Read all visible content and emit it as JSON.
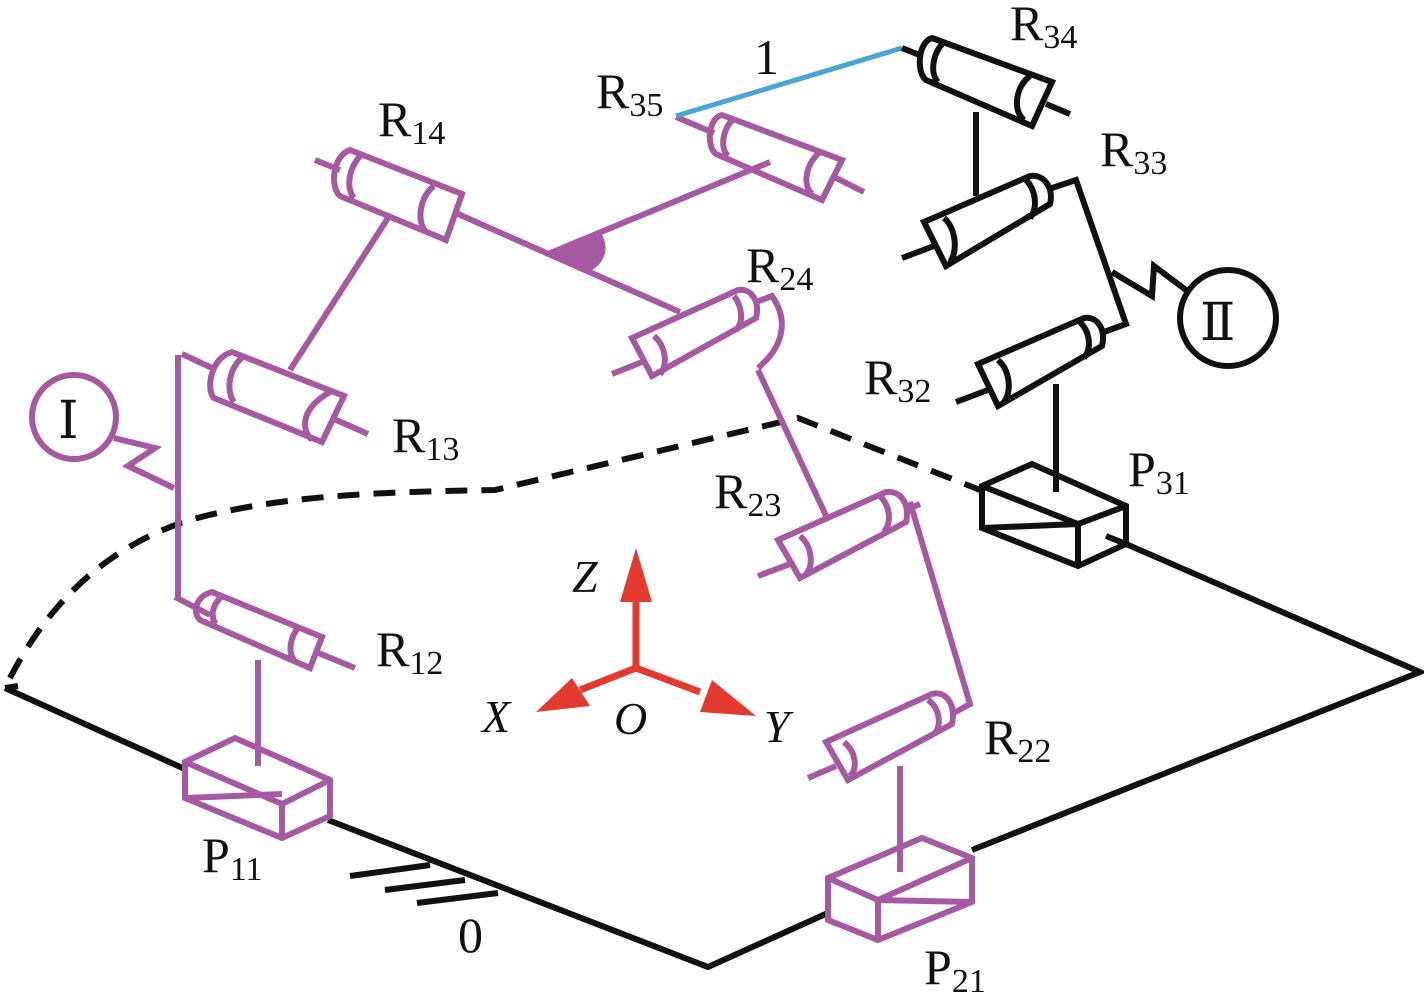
{
  "figure": {
    "colors": {
      "limb_1": "#a559a0",
      "limb_2": "#a559a0",
      "limb_3": "#111111",
      "link_1": "#4aa3d0",
      "axes": "#e23a2e",
      "base": "#111111"
    },
    "joints": [
      {
        "id": "R14",
        "letter": "R",
        "sub": "14"
      },
      {
        "id": "R35",
        "letter": "R",
        "sub": "35"
      },
      {
        "id": "R34",
        "letter": "R",
        "sub": "34"
      },
      {
        "id": "R33",
        "letter": "R",
        "sub": "33"
      },
      {
        "id": "R24",
        "letter": "R",
        "sub": "24"
      },
      {
        "id": "R13",
        "letter": "R",
        "sub": "13"
      },
      {
        "id": "R32",
        "letter": "R",
        "sub": "32"
      },
      {
        "id": "R23",
        "letter": "R",
        "sub": "23"
      },
      {
        "id": "P31",
        "letter": "P",
        "sub": "31"
      },
      {
        "id": "R12",
        "letter": "R",
        "sub": "12"
      },
      {
        "id": "R22",
        "letter": "R",
        "sub": "22"
      },
      {
        "id": "P11",
        "letter": "P",
        "sub": "11"
      },
      {
        "id": "P21",
        "letter": "P",
        "sub": "21"
      }
    ],
    "link_label": "1",
    "base_label": "0",
    "branch_labels": {
      "one": "Ⅰ",
      "two": "Ⅱ"
    },
    "axes": {
      "x": "X",
      "y": "Y",
      "z": "Z",
      "origin": "O"
    }
  }
}
